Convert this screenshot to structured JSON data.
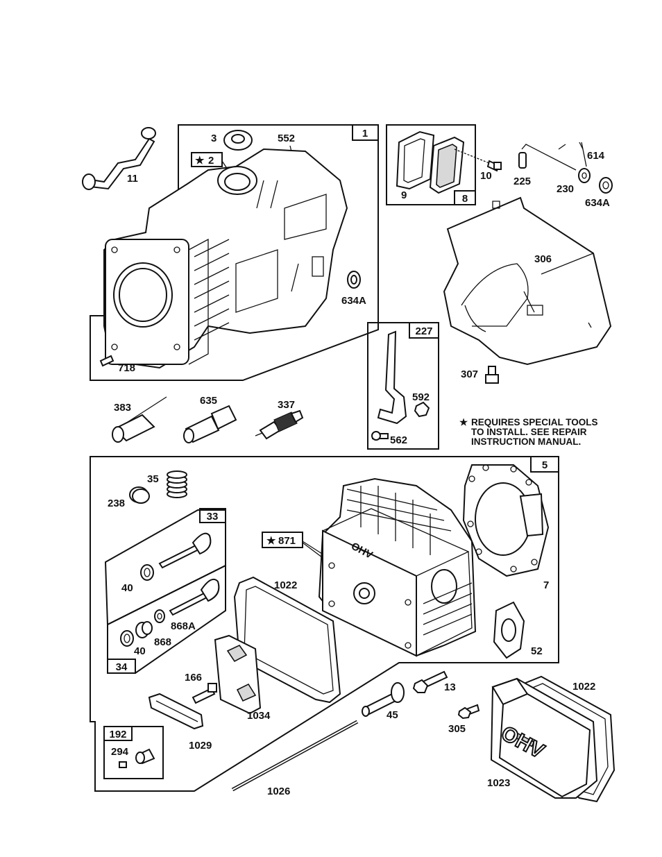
{
  "labels": {
    "p11": "11",
    "p3": "3",
    "p552": "552",
    "p2": "2",
    "p634a_1": "634A",
    "p718": "718",
    "p9": "9",
    "p10": "10",
    "p225": "225",
    "p614": "614",
    "p230": "230",
    "p634a_2": "634A",
    "p306": "306",
    "p307": "307",
    "p592": "592",
    "p562": "562",
    "p383": "383",
    "p635": "635",
    "p337": "337",
    "p35": "35",
    "p238": "238",
    "p40a": "40",
    "p40b": "40",
    "p868": "868",
    "p868a": "868A",
    "p871": "871",
    "p1022a": "1022",
    "p7": "7",
    "p52": "52",
    "p166": "166",
    "p1034": "1034",
    "p1029": "1029",
    "p294": "294",
    "p13": "13",
    "p45": "45",
    "p305": "305",
    "p1026": "1026",
    "p1022b": "1022",
    "p1023": "1023"
  },
  "boxes": {
    "b1": "1",
    "b8": "8",
    "b227": "227",
    "b5": "5",
    "b33": "33",
    "b34": "34",
    "b192": "192"
  },
  "special_note": {
    "star": "★",
    "line1": "REQUIRES SPECIAL TOOLS",
    "line2": "TO INSTALL.  SEE REPAIR",
    "line3": "INSTRUCTION MANUAL."
  },
  "embossed_text": {
    "cover": "OHV",
    "head": "OHV"
  }
}
